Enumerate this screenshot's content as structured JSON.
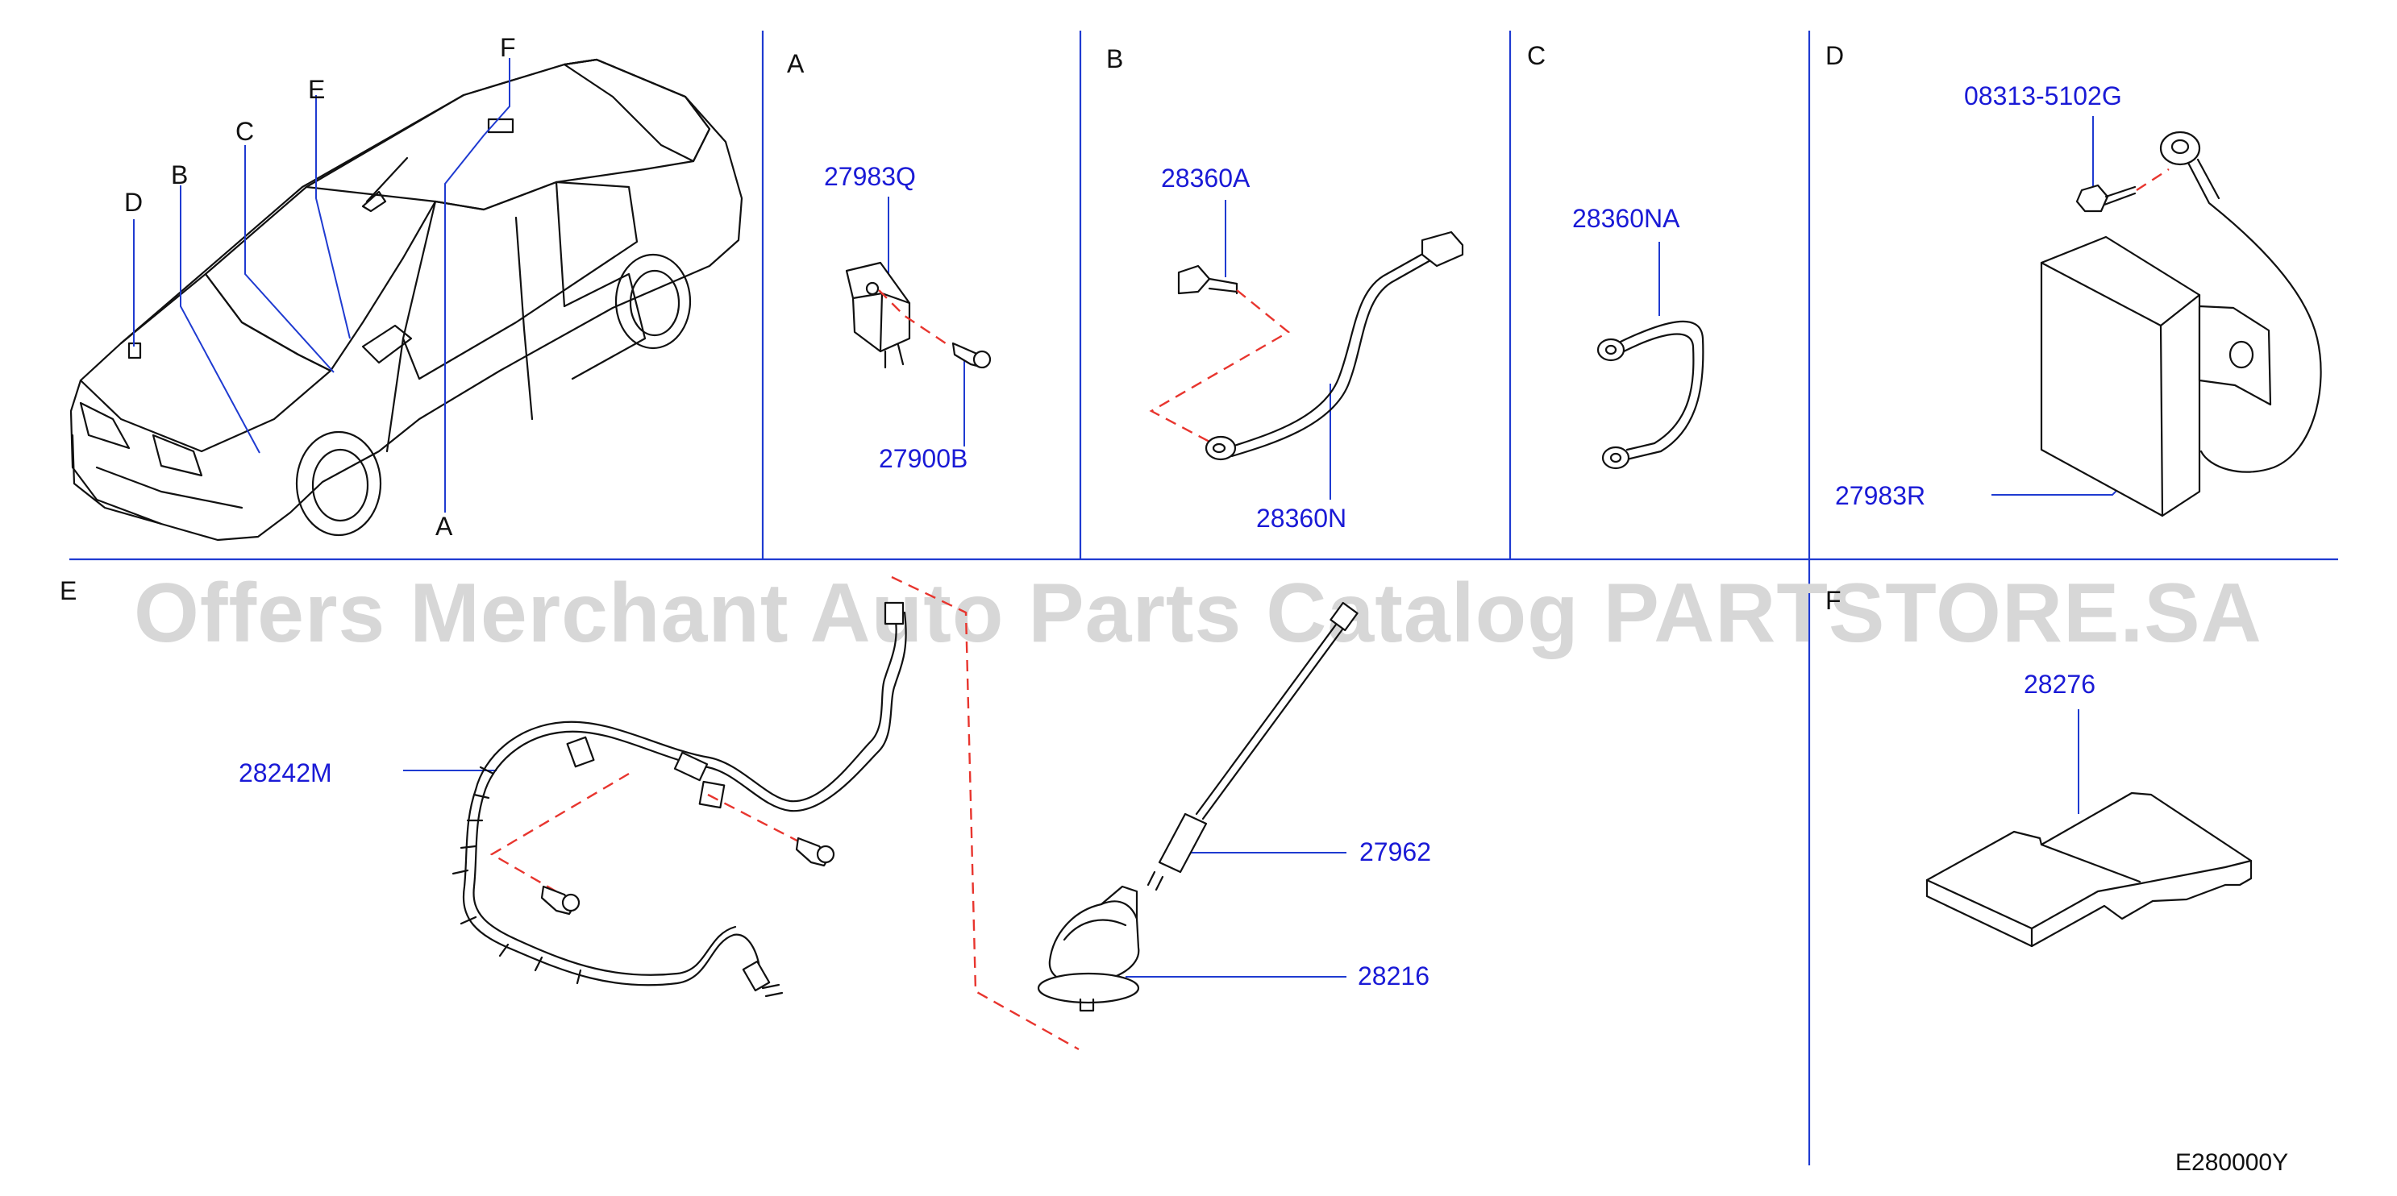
{
  "watermark": "Offers Merchant Auto Parts Catalog PARTSTORE.SA",
  "diagram_code": "E280000Y",
  "car_callouts": [
    "F",
    "E",
    "C",
    "B",
    "D",
    "A"
  ],
  "sections": {
    "A": {
      "label": "A",
      "parts": [
        "27983Q",
        "27900B"
      ]
    },
    "B": {
      "label": "B",
      "parts": [
        "28360A",
        "28360N"
      ]
    },
    "C": {
      "label": "C",
      "parts": [
        "28360NA"
      ]
    },
    "D": {
      "label": "D",
      "parts": [
        "08313-5102G",
        "27983R"
      ]
    },
    "E": {
      "label": "E",
      "parts": [
        "28242M",
        "27962",
        "28216"
      ]
    },
    "F": {
      "label": "F",
      "parts": [
        "28276"
      ]
    }
  }
}
